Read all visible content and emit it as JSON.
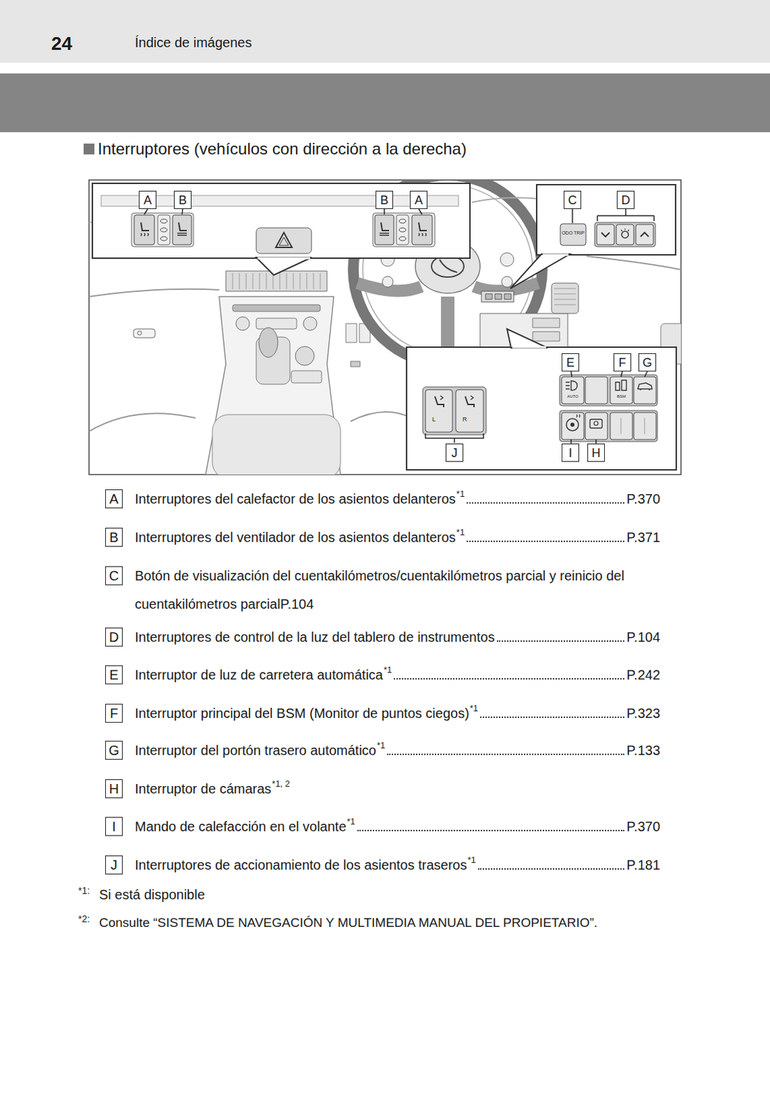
{
  "diagram": {
    "title": "Interruptores (vehículos con dirección a la derecha)",
    "nodes": [
      {
        "text": [
          "A"
        ]
      },
      {
        "text": [
          "B"
        ]
      },
      {
        "text": [
          "B"
        ]
      },
      {
        "text": [
          "A"
        ]
      },
      {
        "text": [
          "C"
        ]
      },
      {
        "text": [
          "D"
        ]
      },
      {
        "text": [
          "E"
        ]
      },
      {
        "text": [
          "F"
        ]
      },
      {
        "text": [
          "G"
        ]
      },
      {
        "text": [
          "J"
        ]
      },
      {
        "text": [
          "I"
        ]
      },
      {
        "text": [
          "H"
        ]
      },
      {
        "text": [
          "A"
        ]
      },
      {
        "text": [
          "B"
        ]
      },
      {
        "text": [
          "C"
        ]
      },
      {
        "text": [
          "D"
        ]
      },
      {
        "text": [
          "E"
        ]
      },
      {
        "text": [
          "F"
        ]
      },
      {
        "text": [
          "G"
        ]
      },
      {
        "text": [
          "H"
        ]
      },
      {
        "text": [
          "I"
        ]
      },
      {
        "text": [
          "J"
        ]
      }
    ],
    "labels": [
      "24",
      "Índice de imágenes",
      "ODO TRIP",
      "AUTO",
      "BSM",
      "L",
      "R",
      "Interruptores del calefactor de los asientos delanteros",
      "*1",
      "P.370",
      "Interruptores del ventilador de los asientos delanteros",
      "*1",
      "P.371",
      "Botón de visualización del cuentakilómetros/cuentakilómetros parcial y reinicio del cuentakilómetros parcial",
      "P.104",
      "Interruptores de control de la luz del tablero de instrumentos",
      "P.104",
      "Interruptor de luz de carretera automática",
      "*1",
      "P.242",
      "Interruptor principal del BSM (Monitor de puntos ciegos)",
      "*1",
      "P.323",
      "Interruptor del portón trasero automático",
      "*1",
      "P.133",
      "Interruptor de cámaras",
      "*1, 2",
      "Mando de calefacción en el volante",
      "*1",
      "P.370",
      "Interruptores de accionamiento de los asientos traseros",
      "*1",
      "P.181",
      "*1:",
      "Si está disponible",
      "*2:",
      "Consulte “SISTEMA DE NAVEGACIÓN Y MULTIMEDIA MANUAL DEL PROPIETARIO”."
    ]
  }
}
